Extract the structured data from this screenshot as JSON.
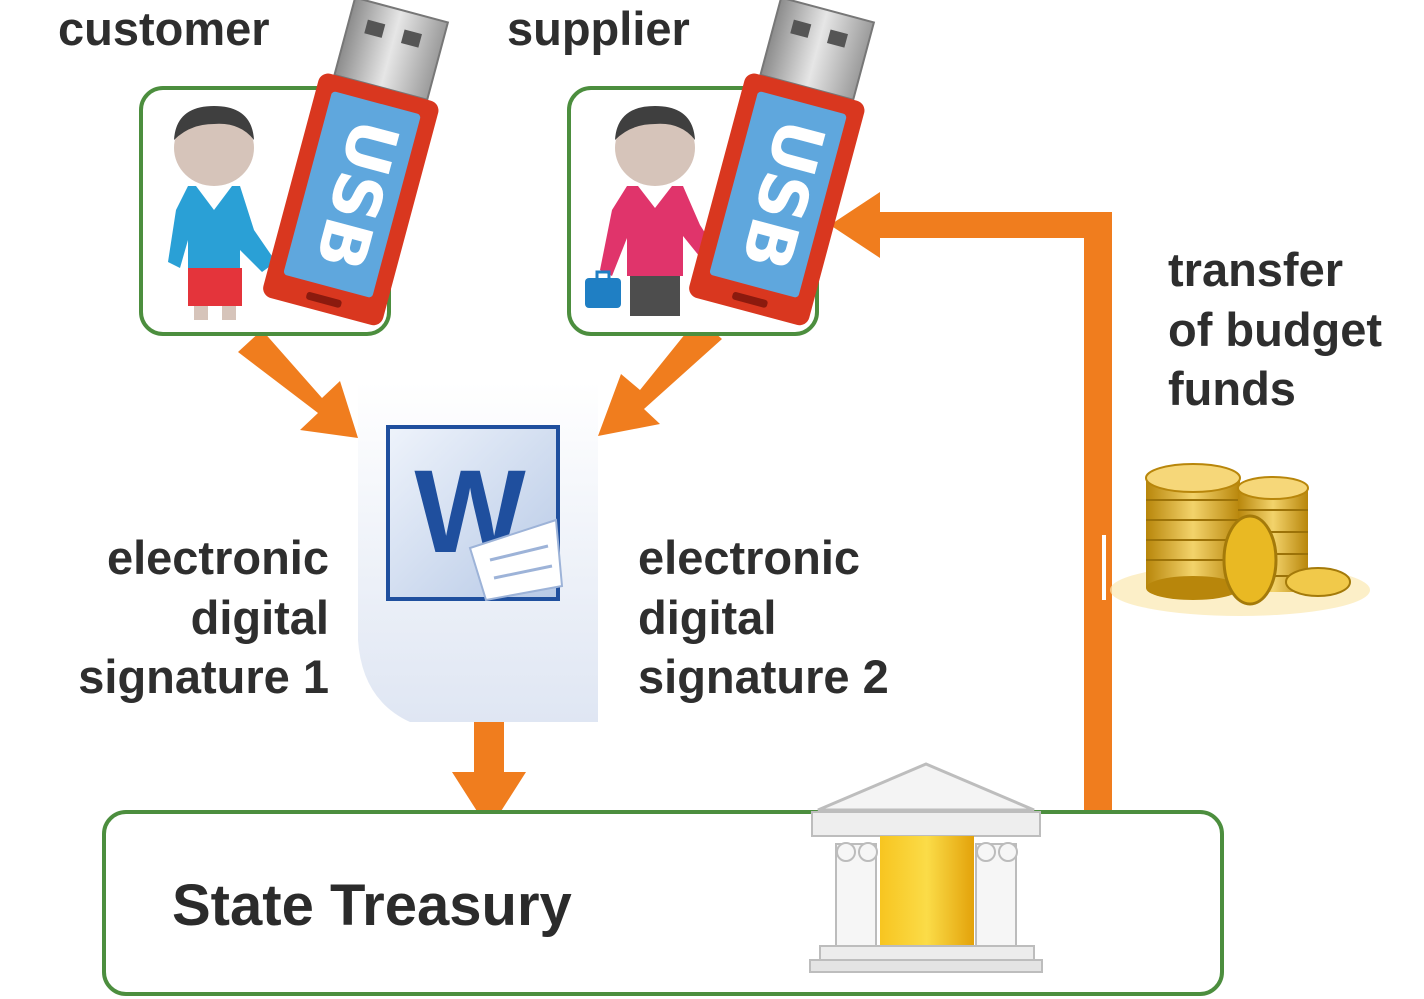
{
  "roles": {
    "customer": "customer",
    "supplier": "supplier"
  },
  "usb": {
    "customer_label": "USB",
    "supplier_label": "USB"
  },
  "signatures": {
    "left": [
      "electronic",
      "digital",
      "signature 1"
    ],
    "right": [
      "electronic",
      "digital",
      "signature 2"
    ]
  },
  "document": {
    "icon_letter": "W"
  },
  "funds": {
    "lines": [
      "transfer",
      "of budget",
      "funds"
    ]
  },
  "treasury": {
    "title": "State Treasury"
  },
  "colors": {
    "arrow": "#f07d1e",
    "box_border": "#4c8e3e",
    "usb_body": "#d9371f",
    "usb_panel": "#5fa7dd",
    "word_blue": "#1f4f9e"
  },
  "icons": [
    "person-customer-icon",
    "person-supplier-icon",
    "usb-drive-icon",
    "word-document-icon",
    "gold-coins-icon",
    "bank-building-icon"
  ]
}
